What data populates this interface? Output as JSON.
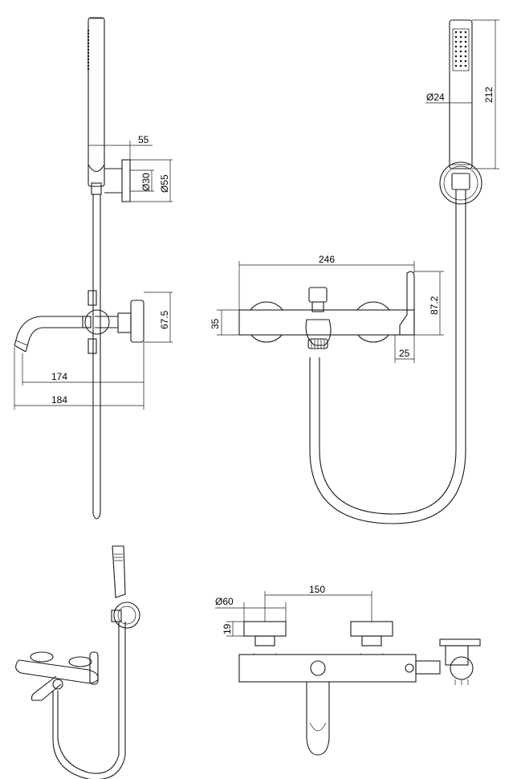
{
  "dimensions": {
    "side_view": {
      "holder_projection": "55",
      "holder_inner_diameter": "Ø30",
      "holder_outer_diameter": "Ø55",
      "mixer_height": "67.5",
      "spout_length_inner": "174",
      "spout_length_outer": "184"
    },
    "front_view": {
      "handshower_diameter": "Ø24",
      "handshower_length": "212",
      "body_width": "246",
      "lever_height": "87.2",
      "body_height": "35",
      "lever_width": "25"
    },
    "top_view": {
      "connector_diameter": "Ø60",
      "centres": "150",
      "connector_depth": "19"
    }
  }
}
